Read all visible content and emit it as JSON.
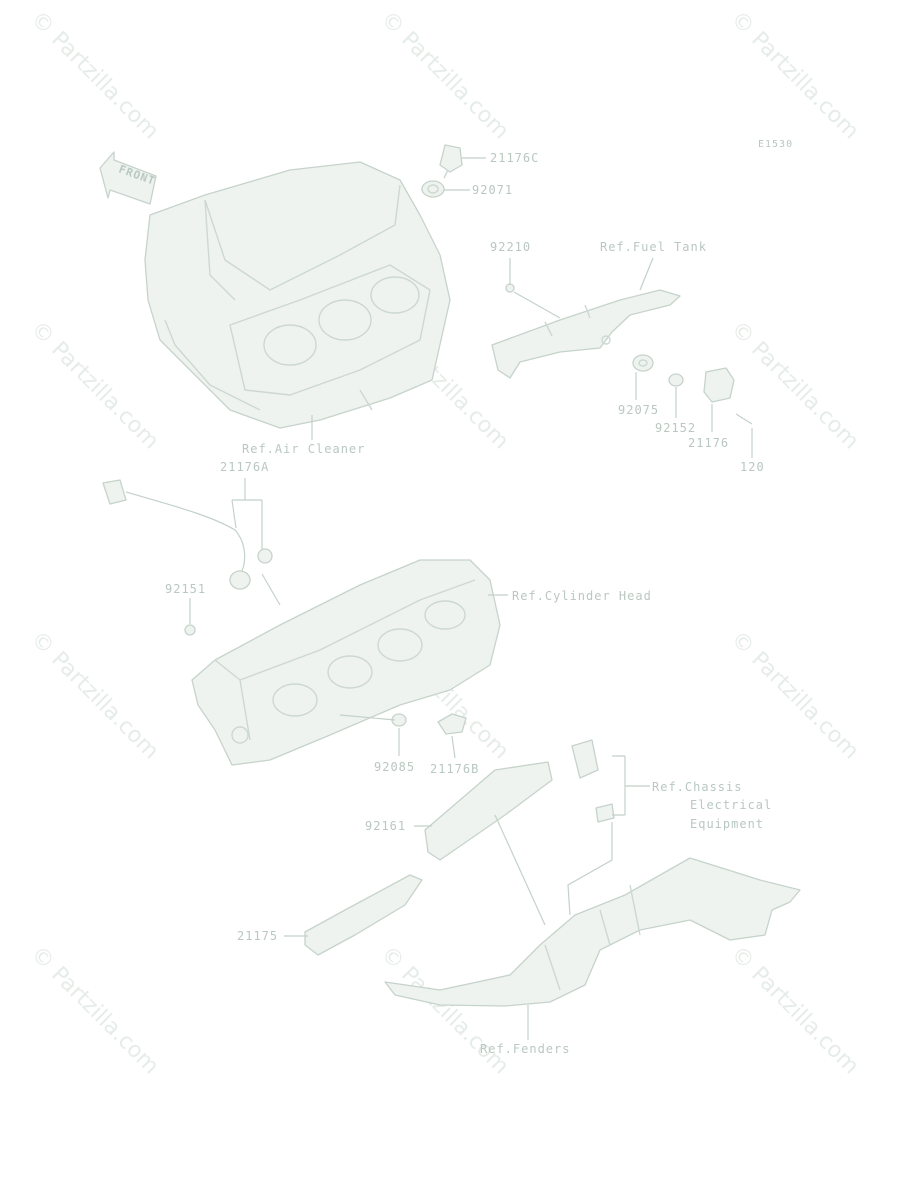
{
  "diagram_code": "E1530",
  "front_label": "FRONT",
  "watermark": "© Partzilla.com",
  "labels": {
    "p21176C": "21176C",
    "p92071": "92071",
    "p92210": "92210",
    "ref_fuel_tank": "Ref.Fuel Tank",
    "p92075": "92075",
    "p92152": "92152",
    "p21176": "21176",
    "p120": "120",
    "ref_air_cleaner": "Ref.Air Cleaner",
    "p21176A": "21176A",
    "p92151": "92151",
    "ref_cylinder_head": "Ref.Cylinder Head",
    "p92085": "92085",
    "p21176B": "21176B",
    "ref_chassis_1": "Ref.Chassis",
    "ref_chassis_2": "Electrical",
    "ref_chassis_3": "Equipment",
    "p92161": "92161",
    "p21175": "21175",
    "ref_fenders": "Ref.Fenders"
  }
}
